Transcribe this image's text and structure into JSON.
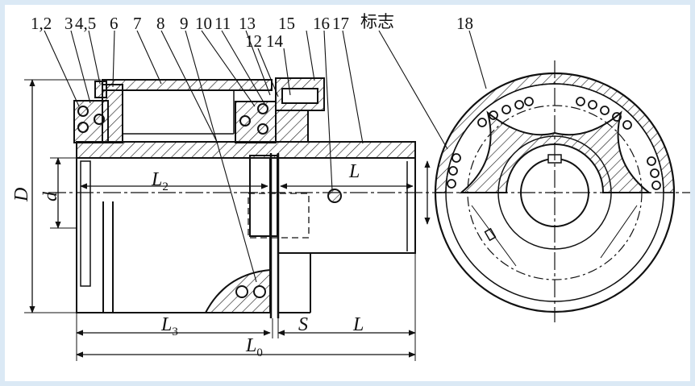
{
  "title": "",
  "part_labels": [
    "1,2",
    "3",
    "4,5",
    "6",
    "7",
    "8",
    "9",
    "10",
    "11",
    "13",
    "12",
    "14",
    "15",
    "16",
    "17",
    "18"
  ],
  "mark_label": "标志",
  "dimensions": {
    "D": "D",
    "d": "d",
    "L2": "L",
    "L2_sub": "2",
    "L3": "L",
    "L3_sub": "3",
    "L0": "L",
    "L0_sub": "0",
    "L_top": "L",
    "L_bottom": "L",
    "S": "S"
  },
  "colors": {
    "frame": "#dbe9f5",
    "line": "#111111",
    "paper": "#ffffff"
  }
}
